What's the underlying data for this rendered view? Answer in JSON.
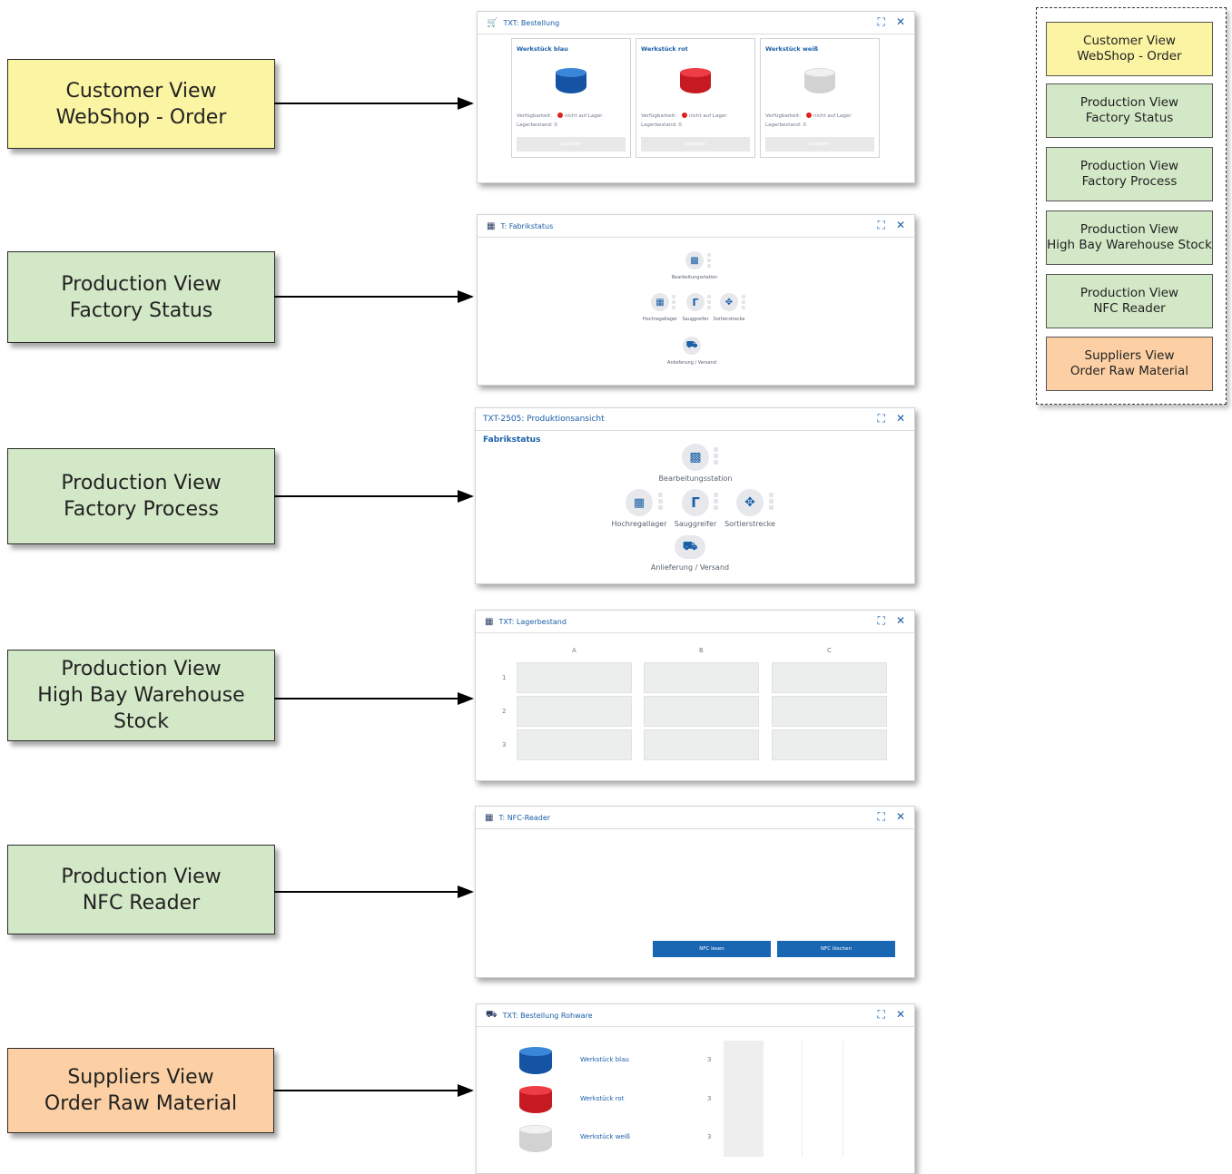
{
  "labels": [
    {
      "line1": "Customer View",
      "line2": "WebShop - Order"
    },
    {
      "line1": "Production View",
      "line2": "Factory Status"
    },
    {
      "line1": "Production View",
      "line2": "Factory Process"
    },
    {
      "line1": "Production View",
      "line2": "High Bay Warehouse Stock"
    },
    {
      "line1": "Production View",
      "line2": "NFC Reader"
    },
    {
      "line1": "Suppliers View",
      "line2": "Order Raw Material"
    }
  ],
  "colors": {
    "customer": "#fbf4a3",
    "production": "#d3e8c7",
    "suppliers": "#fcd0a4",
    "accent": "#1a5fa8"
  },
  "webshop": {
    "title": "TXT: Bestellung",
    "icon": "cart-icon",
    "cards": [
      {
        "name": "Werkstück blau",
        "availability_label": "Verfügbarkeit:",
        "availability": "nicht auf Lager",
        "stock_label": "Lagerbestand:",
        "stock": "0",
        "button": "bestellen",
        "color": "#1f63b5"
      },
      {
        "name": "Werkstück rot",
        "availability_label": "Verfügbarkeit:",
        "availability": "nicht auf Lager",
        "stock_label": "Lagerbestand:",
        "stock": "0",
        "button": "bestellen",
        "color": "#d9262c"
      },
      {
        "name": "Werkstück weiß",
        "availability_label": "Verfügbarkeit:",
        "availability": "nicht auf Lager",
        "stock_label": "Lagerbestand:",
        "stock": "0",
        "button": "bestellen",
        "color": "#d8d8d8"
      }
    ]
  },
  "factory_status": {
    "title": "T: Fabrikstatus",
    "stations": {
      "processing": "Bearbeitungsstation",
      "warehouse": "Hochregallager",
      "gripper": "Sauggreifer",
      "sorting": "Sortierstrecke",
      "delivery": "Anlieferung / Versand"
    }
  },
  "factory_process": {
    "title": "TXT-2505: Produktionsansicht",
    "subtitle": "Fabrikstatus",
    "stations": {
      "processing": "Bearbeitungsstation",
      "warehouse": "Hochregallager",
      "gripper": "Sauggreifer",
      "sorting": "Sortierstrecke",
      "delivery": "Anlieferung / Versand"
    }
  },
  "warehouse": {
    "title": "TXT: Lagerbestand",
    "columns": [
      "A",
      "B",
      "C"
    ],
    "rows": [
      "1",
      "2",
      "3"
    ]
  },
  "nfc": {
    "title": "T: NFC-Reader",
    "read_button": "NFC lesen",
    "delete_button": "NFC löschen"
  },
  "raw_order": {
    "title": "TXT: Bestellung Rohware",
    "items": [
      {
        "name": "Werkstück blau",
        "qty": "3",
        "color": "#1f63b5"
      },
      {
        "name": "Werkstück rot",
        "qty": "3",
        "color": "#d9262c"
      },
      {
        "name": "Werkstück weiß",
        "qty": "3",
        "color": "#d8d8d8"
      }
    ]
  },
  "legend": [
    {
      "line1": "Customer View",
      "line2": "WebShop - Order"
    },
    {
      "line1": "Production View",
      "line2": "Factory Status"
    },
    {
      "line1": "Production View",
      "line2": "Factory Process"
    },
    {
      "line1": "Production View",
      "line2": "High Bay Warehouse Stock"
    },
    {
      "line1": "Production View",
      "line2": "NFC Reader"
    },
    {
      "line1": "Suppliers View",
      "line2": "Order Raw Material"
    }
  ]
}
